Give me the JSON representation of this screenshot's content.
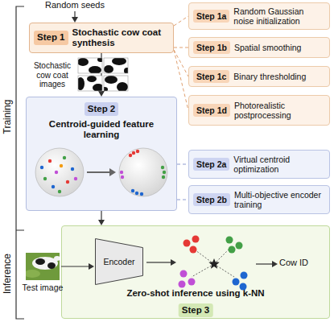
{
  "diagram": {
    "nodes": [
      {
        "text": [
          "Step 1",
          "Stochastic cow coat synthesis"
        ]
      },
      {
        "text": [
          "Step 1a",
          "Random Gaussian noise initialization"
        ]
      },
      {
        "text": [
          "Step 1b",
          "Spatial smoothing"
        ]
      },
      {
        "text": [
          "Step 1c",
          "Binary thresholding"
        ]
      },
      {
        "text": [
          "Step 1d",
          "Photorealistic postprocessing"
        ]
      },
      {
        "text": [
          "Step 2",
          "Centroid-guided feature learning"
        ]
      },
      {
        "text": [
          "Step 2a",
          "Virtual centroid optimization"
        ]
      },
      {
        "text": [
          "Step 2b",
          "Multi-objective encoder training"
        ]
      },
      {
        "text": [
          "Zero-shot inference using k-NN",
          "Step 3"
        ]
      },
      {
        "text": [
          "Encoder"
        ],
        "in": 8
      }
    ],
    "edges": [
      {
        "from": 0,
        "to": 1,
        "arrow": "none"
      },
      {
        "from": 0,
        "to": 2,
        "arrow": "none"
      },
      {
        "from": 0,
        "to": 3,
        "arrow": "none"
      },
      {
        "from": 0,
        "to": 4,
        "arrow": "none"
      },
      {
        "from": 0,
        "to": 5,
        "arrow": "to"
      },
      {
        "from": 5,
        "to": 6,
        "arrow": "none"
      },
      {
        "from": 5,
        "to": 7,
        "arrow": "none"
      },
      {
        "from": 5,
        "to": 8,
        "arrow": "to"
      }
    ],
    "labels": [
      "Random seeds",
      "Stochastic cow coat images",
      "Training",
      "Inference",
      "Test image",
      "Cow ID"
    ]
  }
}
